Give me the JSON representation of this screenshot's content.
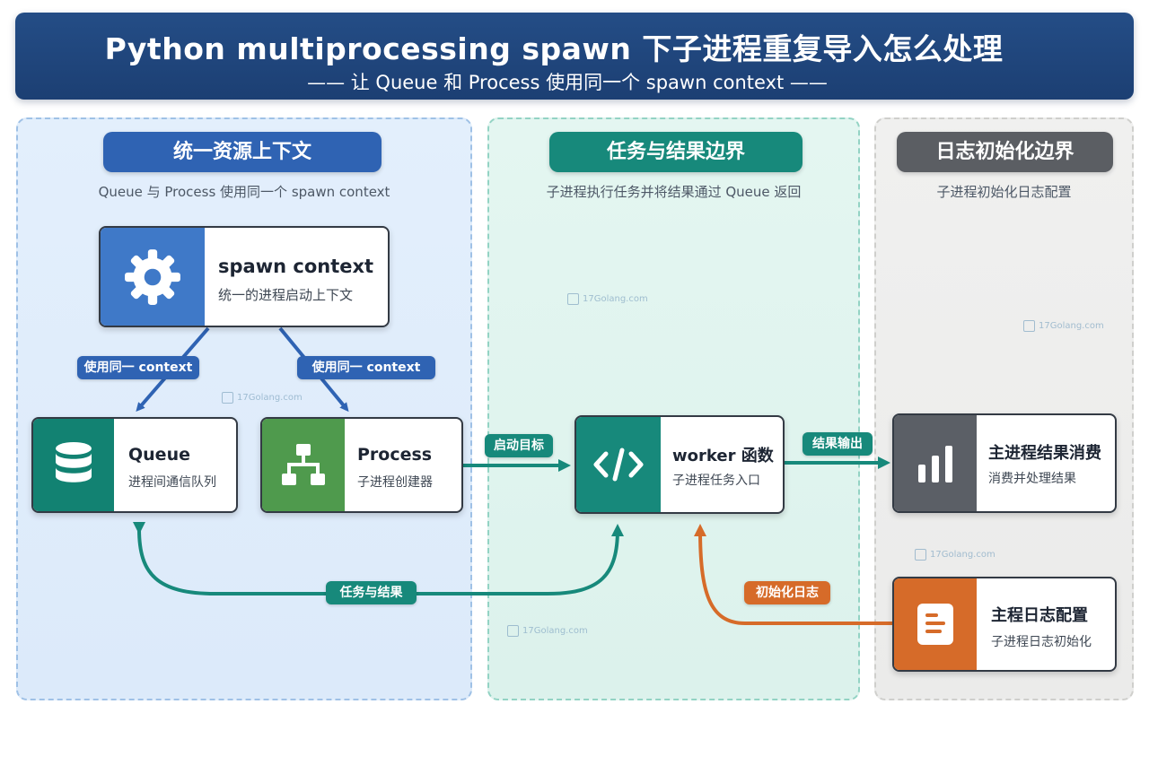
{
  "header": {
    "title": "Python multiprocessing spawn 下子进程重复导入怎么处理",
    "subtitle": "—— 让 Queue 和 Process 使用同一个 spawn context ——"
  },
  "panels": {
    "left": {
      "heading": "统一资源上下文",
      "caption": "Queue 与 Process 使用同一个 spawn context"
    },
    "middle": {
      "heading": "任务与结果边界",
      "caption": "子进程执行任务并将结果通过 Queue 返回"
    },
    "right": {
      "heading": "日志初始化边界",
      "caption": "子进程初始化日志配置"
    }
  },
  "nodes": {
    "spawn_context": {
      "title": "spawn context",
      "desc": "统一的进程启动上下文",
      "icon": "gear-icon",
      "color": "#3f79c8"
    },
    "queue": {
      "title": "Queue",
      "desc": "进程间通信队列",
      "icon": "database-icon",
      "color": "#128272"
    },
    "process": {
      "title": "Process",
      "desc": "子进程创建器",
      "icon": "hierarchy-icon",
      "color": "#4f9a4d"
    },
    "worker": {
      "title": "worker 函数",
      "desc": "子进程任务入口",
      "icon": "code-icon",
      "color": "#17897b"
    },
    "result_consumer": {
      "title": "主进程结果消费",
      "desc": "消费并处理结果",
      "icon": "bar-chart-icon",
      "color": "#5b5f66"
    },
    "log_config": {
      "title": "主程日志配置",
      "desc": "子进程日志初始化",
      "icon": "document-icon",
      "color": "#d66b29"
    }
  },
  "edges": {
    "ctx_to_queue": "使用同一 context",
    "ctx_to_process": "使用同一 context",
    "process_to_worker": "启动目标",
    "worker_to_result": "结果输出",
    "queue_worker_loop": "任务与结果",
    "log_to_worker": "初始化日志"
  },
  "watermark": "17Golang.com"
}
